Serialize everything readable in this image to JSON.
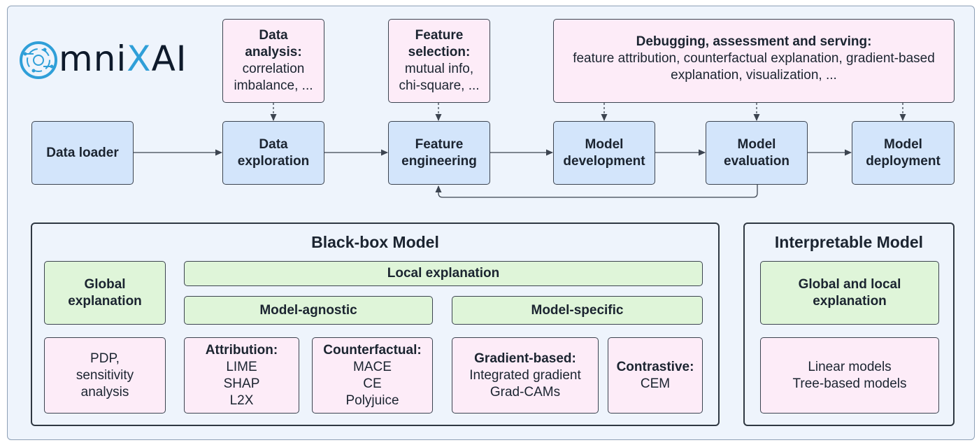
{
  "logo": {
    "text_before": "mni",
    "text_accent": "X",
    "text_after": "AI",
    "accent_color": "#2f9fd8",
    "dark_color": "#0e1a2b"
  },
  "pipeline": {
    "stages": [
      {
        "label": "Data loader"
      },
      {
        "line1": "Data",
        "line2": "exploration"
      },
      {
        "line1": "Feature",
        "line2": "engineering"
      },
      {
        "line1": "Model",
        "line2": "development"
      },
      {
        "line1": "Model",
        "line2": "evaluation"
      },
      {
        "line1": "Model",
        "line2": "deployment"
      }
    ],
    "notes": {
      "data_analysis": {
        "title1": "Data",
        "title2": "analysis:",
        "line1": "correlation",
        "line2": "imbalance, ..."
      },
      "feature_selection": {
        "title1": "Feature",
        "title2": "selection:",
        "line1": "mutual info,",
        "line2": "chi-square, ..."
      },
      "debugging": {
        "title": "Debugging, assessment and serving:",
        "line1": "feature attribution, counterfactual explanation, gradient-based",
        "line2": "explanation, visualization, ..."
      }
    }
  },
  "blackbox": {
    "title": "Black-box Model",
    "global": {
      "line1": "Global",
      "line2": "explanation"
    },
    "global_methods": {
      "line1": "PDP,",
      "line2": "sensitivity",
      "line3": "analysis"
    },
    "local": "Local explanation",
    "agnostic": "Model-agnostic",
    "specific": "Model-specific",
    "attribution": {
      "title": "Attribution:",
      "items": [
        "LIME",
        "SHAP",
        "L2X"
      ]
    },
    "counterfactual": {
      "title": "Counterfactual:",
      "items": [
        "MACE",
        "CE",
        "Polyjuice"
      ]
    },
    "gradient": {
      "title": "Gradient-based:",
      "items": [
        "Integrated gradient",
        "Grad-CAMs"
      ]
    },
    "contrastive": {
      "title": "Contrastive:",
      "items": [
        "CEM"
      ]
    }
  },
  "interpretable": {
    "title": "Interpretable Model",
    "global_local": {
      "line1": "Global and local",
      "line2": "explanation"
    },
    "models": {
      "line1": "Linear models",
      "line2": "Tree-based models"
    }
  },
  "colors": {
    "stage_fill": "#d3e5fb",
    "note_fill": "#fdecf8",
    "category_fill": "#dff5d9",
    "background": "#eef4fc"
  }
}
